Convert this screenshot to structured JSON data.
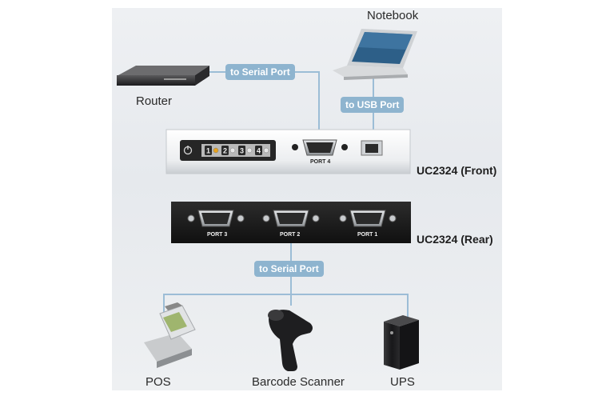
{
  "devices": {
    "notebook": "Notebook",
    "router": "Router",
    "pos": "POS",
    "barcode_scanner": "Barcode Scanner",
    "ups": "UPS"
  },
  "connections": {
    "router_link": "to Serial Port",
    "notebook_link": "to USB Port",
    "rear_link": "to Serial Port"
  },
  "units": {
    "front": "UC2324 (Front)",
    "rear": "UC2324 (Rear)"
  },
  "front_panel": {
    "serial_port": "PORT 4",
    "led_numbers": [
      "1",
      "2",
      "3",
      "4"
    ]
  },
  "rear_panel": {
    "ports": [
      "PORT 3",
      "PORT 2",
      "PORT 1"
    ]
  }
}
